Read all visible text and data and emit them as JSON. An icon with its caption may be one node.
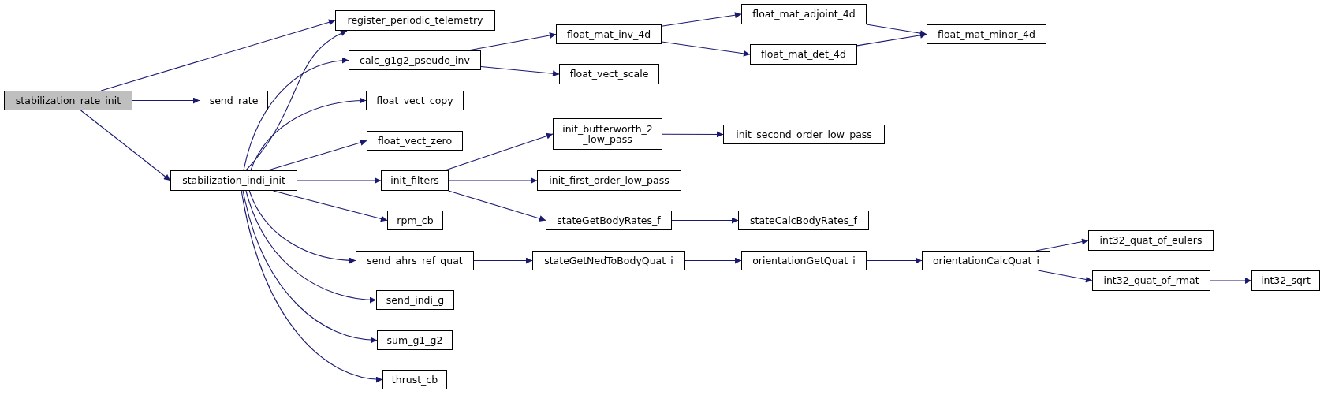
{
  "diagram": {
    "nodes": [
      {
        "text": [
          "stabilization_rate_init"
        ]
      },
      {
        "text": [
          "register_periodic_telemetry"
        ]
      },
      {
        "text": [
          "send_rate"
        ]
      },
      {
        "text": [
          "stabilization_indi_init"
        ]
      },
      {
        "text": [
          "calc_g1g2_pseudo_inv"
        ]
      },
      {
        "text": [
          "float_vect_copy"
        ]
      },
      {
        "text": [
          "float_vect_zero"
        ]
      },
      {
        "text": [
          "init_filters"
        ]
      },
      {
        "text": [
          "rpm_cb"
        ]
      },
      {
        "text": [
          "send_ahrs_ref_quat"
        ]
      },
      {
        "text": [
          "send_indi_g"
        ]
      },
      {
        "text": [
          "sum_g1_g2"
        ]
      },
      {
        "text": [
          "thrust_cb"
        ]
      },
      {
        "text": [
          "float_mat_inv_4d"
        ]
      },
      {
        "text": [
          "float_vect_scale"
        ]
      },
      {
        "text": [
          "init_butterworth_2 _low_pass"
        ]
      },
      {
        "text": [
          "init_first_order_low_pass"
        ]
      },
      {
        "text": [
          "stateGetBodyRates_f"
        ]
      },
      {
        "text": [
          "stateGetNedToBodyQuat_i"
        ]
      },
      {
        "text": [
          "float_mat_adjoint_4d"
        ]
      },
      {
        "text": [
          "float_mat_det_4d"
        ]
      },
      {
        "text": [
          "float_mat_minor_4d"
        ]
      },
      {
        "text": [
          "init_second_order_low_pass"
        ]
      },
      {
        "text": [
          "stateCalcBodyRates_f"
        ]
      },
      {
        "text": [
          "orientationGetQuat_i"
        ]
      },
      {
        "text": [
          "orientationCalcQuat_i"
        ]
      },
      {
        "text": [
          "int32_quat_of_eulers"
        ]
      },
      {
        "text": [
          "int32_quat_of_rmat"
        ]
      },
      {
        "text": [
          "int32_sqrt"
        ]
      }
    ],
    "edges": [
      {
        "from": 0,
        "to": 1,
        "arrow": "to"
      },
      {
        "from": 0,
        "to": 2,
        "arrow": "to"
      },
      {
        "from": 0,
        "to": 3,
        "arrow": "to"
      },
      {
        "from": 3,
        "to": 1,
        "arrow": "to"
      },
      {
        "from": 3,
        "to": 4,
        "arrow": "to"
      },
      {
        "from": 3,
        "to": 5,
        "arrow": "to"
      },
      {
        "from": 3,
        "to": 6,
        "arrow": "to"
      },
      {
        "from": 3,
        "to": 7,
        "arrow": "to"
      },
      {
        "from": 3,
        "to": 8,
        "arrow": "to"
      },
      {
        "from": 3,
        "to": 9,
        "arrow": "to"
      },
      {
        "from": 3,
        "to": 10,
        "arrow": "to"
      },
      {
        "from": 3,
        "to": 11,
        "arrow": "to"
      },
      {
        "from": 3,
        "to": 12,
        "arrow": "to"
      },
      {
        "from": 4,
        "to": 13,
        "arrow": "to"
      },
      {
        "from": 4,
        "to": 14,
        "arrow": "to"
      },
      {
        "from": 13,
        "to": 19,
        "arrow": "to"
      },
      {
        "from": 13,
        "to": 20,
        "arrow": "to"
      },
      {
        "from": 19,
        "to": 21,
        "arrow": "to"
      },
      {
        "from": 20,
        "to": 21,
        "arrow": "to"
      },
      {
        "from": 7,
        "to": 15,
        "arrow": "to"
      },
      {
        "from": 7,
        "to": 16,
        "arrow": "to"
      },
      {
        "from": 7,
        "to": 17,
        "arrow": "to"
      },
      {
        "from": 15,
        "to": 22,
        "arrow": "to"
      },
      {
        "from": 17,
        "to": 23,
        "arrow": "to"
      },
      {
        "from": 9,
        "to": 18,
        "arrow": "to"
      },
      {
        "from": 18,
        "to": 24,
        "arrow": "to"
      },
      {
        "from": 24,
        "to": 25,
        "arrow": "to"
      },
      {
        "from": 25,
        "to": 26,
        "arrow": "to"
      },
      {
        "from": 25,
        "to": 27,
        "arrow": "to"
      },
      {
        "from": 27,
        "to": 28,
        "arrow": "to"
      }
    ]
  }
}
